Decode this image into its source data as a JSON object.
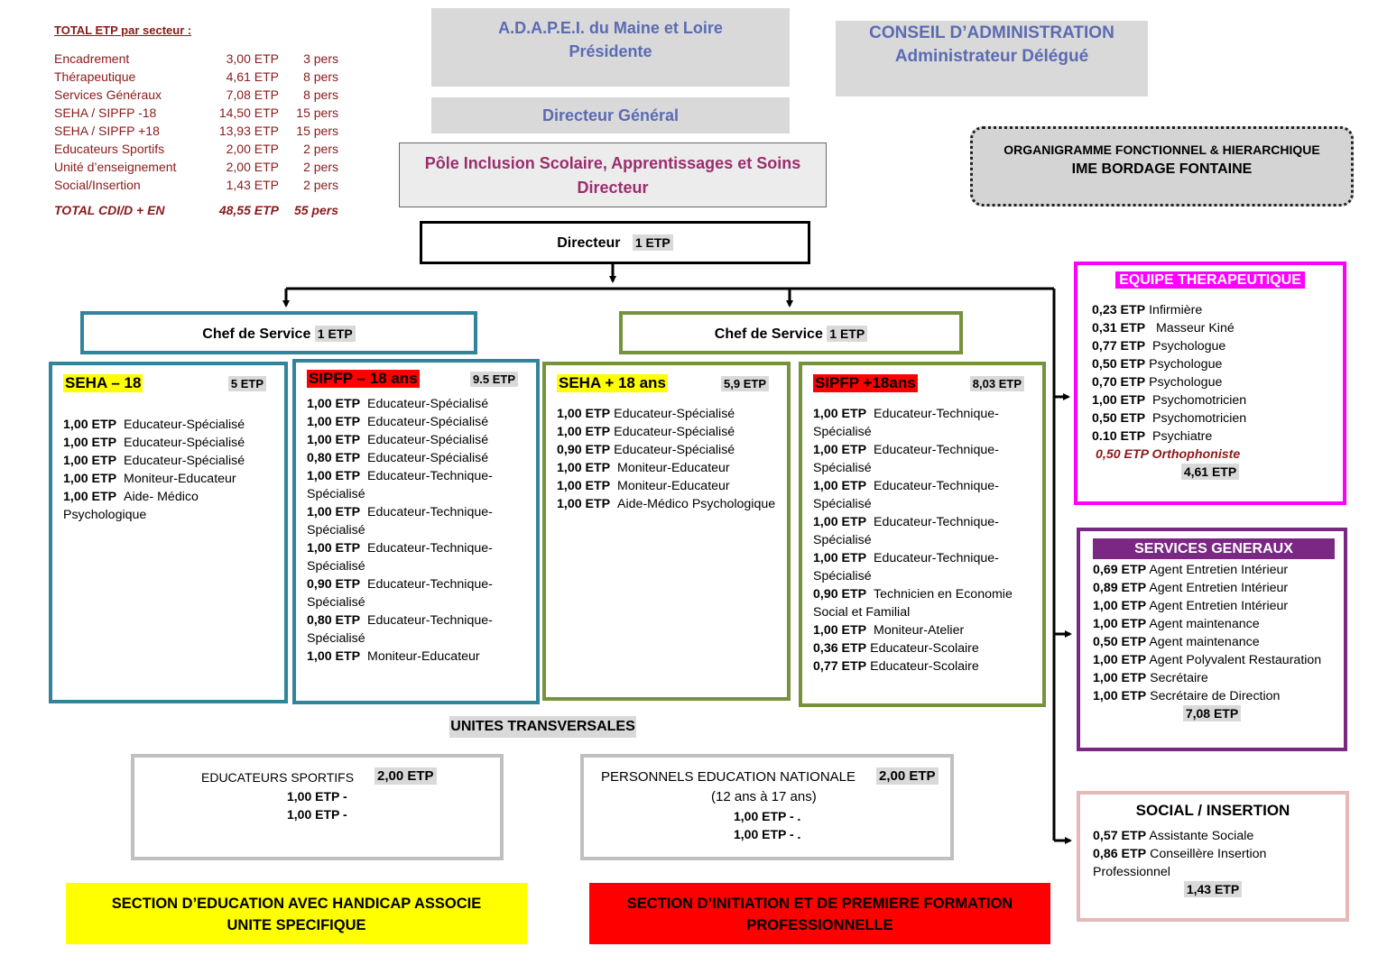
{
  "totals": {
    "title": "TOTAL ETP par secteur :",
    "rows": [
      {
        "label": "Encadrement",
        "etp": "3,00 ETP",
        "pers": "3 pers"
      },
      {
        "label": "Thérapeutique",
        "etp": "4,61 ETP",
        "pers": "8 pers"
      },
      {
        "label": "Services Généraux",
        "etp": "7,08 ETP",
        "pers": "8 pers"
      },
      {
        "label": "SEHA / SIPFP -18",
        "etp": "14,50 ETP",
        "pers": "15 pers"
      },
      {
        "label": "SEHA / SIPFP +18",
        "etp": "13,93 ETP",
        "pers": "15 pers"
      },
      {
        "label": "Educateurs Sportifs",
        "etp": "2,00 ETP",
        "pers": "2 pers"
      },
      {
        "label": "Unité d’enseignement",
        "etp": "2,00 ETP",
        "pers": "2 pers"
      },
      {
        "label": "Social/Insertion",
        "etp": "1,43 ETP",
        "pers": "2 pers"
      }
    ],
    "total": {
      "label": "TOTAL  CDI/D + EN",
      "etp": "48,55 ETP",
      "pers": "55 pers"
    }
  },
  "header": {
    "adapei_line1": "A.D.A.P.E.I. du Maine et Loire",
    "adapei_line2": "Présidente",
    "conseil_line1": "CONSEIL D’ADMINISTRATION",
    "conseil_line2": "Administrateur Délégué",
    "dg": "Directeur Général",
    "pole_line1": "Pôle Inclusion Scolaire, Apprentissages et Soins",
    "pole_line2": "Directeur",
    "orga_line1": "ORGANIGRAMME FONCTIONNEL & HIERARCHIQUE",
    "orga_line2": "IME BORDAGE FONTAINE"
  },
  "directeur": {
    "label": "Directeur",
    "etp": "1 ETP"
  },
  "chefs": [
    {
      "label": "Chef de Service",
      "etp": "1 ETP"
    },
    {
      "label": "Chef de Service",
      "etp": "1 ETP"
    }
  ],
  "units": {
    "seha_minus": {
      "name": "SEHA – 18",
      "etp": "5 ETP",
      "lines": [
        {
          "etp": "1,00 ETP",
          "role": "Educateur-Spécialisé"
        },
        {
          "etp": "1,00 ETP",
          "role": "Educateur-Spécialisé"
        },
        {
          "etp": "1,00 ETP",
          "role": "Educateur-Spécialisé"
        },
        {
          "etp": "1,00 ETP",
          "role": "Moniteur-Educateur"
        },
        {
          "etp": "1,00 ETP",
          "role": "Aide- Médico Psychologique"
        }
      ]
    },
    "sipfp_minus": {
      "name": "SIPFP – 18 ans",
      "etp": "9.5 ETP",
      "lines": [
        {
          "etp": "1,00 ETP",
          "role": "Educateur-Spécialisé"
        },
        {
          "etp": "1,00 ETP",
          "role": "Educateur-Spécialisé"
        },
        {
          "etp": "1,00 ETP",
          "role": "Educateur-Spécialisé"
        },
        {
          "etp": "0,80 ETP",
          "role": "Educateur-Spécialisé"
        },
        {
          "etp": "1,00 ETP",
          "role": "Educateur-Technique-Spécialisé"
        },
        {
          "etp": "1,00 ETP",
          "role": "Educateur-Technique-Spécialisé"
        },
        {
          "etp": "1,00 ETP",
          "role": "Educateur-Technique-Spécialisé"
        },
        {
          "etp": "0,90 ETP",
          "role": "Educateur-Technique-Spécialisé"
        },
        {
          "etp": "0,80 ETP",
          "role": "Educateur-Technique-Spécialisé"
        },
        {
          "etp": "1,00 ETP",
          "role": "Moniteur-Educateur"
        }
      ]
    },
    "seha_plus": {
      "name": "SEHA + 18 ans",
      "etp": "5,9 ETP",
      "lines": [
        {
          "etp": "1,00 ETP",
          "role": "Educateur-Spécialisé"
        },
        {
          "etp": "1,00 ETP",
          "role": "Educateur-Spécialisé"
        },
        {
          "etp": "0,90 ETP",
          "role": "Educateur-Spécialisé"
        },
        {
          "etp": "1,00 ETP",
          "role": "Moniteur-Educateur"
        },
        {
          "etp": "1,00 ETP",
          "role": "Moniteur-Educateur"
        },
        {
          "etp": "1,00 ETP",
          "role": "Aide-Médico Psychologique"
        }
      ]
    },
    "sipfp_plus": {
      "name": "SIPFP +18ans",
      "etp": "8,03 ETP",
      "lines": [
        {
          "etp": "1,00 ETP",
          "role": "Educateur-Technique-Spécialisé"
        },
        {
          "etp": "1,00 ETP",
          "role": "Educateur-Technique-Spécialisé"
        },
        {
          "etp": "1,00 ETP",
          "role": "Educateur-Technique-Spécialisé"
        },
        {
          "etp": "1,00 ETP",
          "role": "Educateur-Technique-Spécialisé"
        },
        {
          "etp": "1,00 ETP",
          "role": "Educateur-Technique-Spécialisé"
        },
        {
          "etp": "0,90 ETP",
          "role": "Technicien en Economie Social et Familial"
        },
        {
          "etp": "1,00 ETP",
          "role": "Moniteur-Atelier"
        },
        {
          "etp": "0,36 ETP",
          "role": "Educateur-Scolaire"
        },
        {
          "etp": "0,77 ETP",
          "role": "Educateur-Scolaire"
        }
      ]
    }
  },
  "therapeutique": {
    "title": "EQUIPE THERAPEUTIQUE",
    "lines": [
      {
        "etp": "0,23 ETP",
        "role": "Infirmière"
      },
      {
        "etp": "0,31 ETP",
        "role": "Masseur Kiné"
      },
      {
        "etp": "0,77 ETP",
        "role": "Psychologue"
      },
      {
        "etp": "0,50 ETP",
        "role": "Psychologue"
      },
      {
        "etp": "0,70 ETP",
        "role": "Psychologue"
      },
      {
        "etp": "1,00 ETP",
        "role": "Psychomotricien"
      },
      {
        "etp": "0,50 ETP",
        "role": "Psychomotricien"
      },
      {
        "etp": "0.10 ETP",
        "role": "Psychiatre"
      }
    ],
    "special": "0,50 ETP Orthophoniste",
    "sum": "4,61 ETP"
  },
  "services": {
    "title": "SERVICES GENERAUX",
    "lines": [
      {
        "etp": "0,69 ETP",
        "role": "Agent Entretien Intérieur"
      },
      {
        "etp": "0,89 ETP",
        "role": "Agent Entretien Intérieur"
      },
      {
        "etp": "1,00 ETP",
        "role": "Agent Entretien Intérieur"
      },
      {
        "etp": "1,00 ETP",
        "role": "Agent maintenance"
      },
      {
        "etp": "0,50 ETP",
        "role": "Agent maintenance"
      },
      {
        "etp": "1,00 ETP",
        "role": "Agent Polyvalent Restauration"
      },
      {
        "etp": "1,00 ETP",
        "role": "Secrétaire"
      },
      {
        "etp": "1,00 ETP",
        "role": "Secrétaire de  Direction"
      }
    ],
    "sum": "7,08 ETP"
  },
  "social": {
    "title": "SOCIAL / INSERTION",
    "lines": [
      {
        "etp": "0,57 ETP",
        "role": "Assistante Sociale"
      },
      {
        "etp": "0,86 ETP",
        "role": "Conseillère Insertion Professionnel"
      }
    ],
    "sum": "1,43 ETP"
  },
  "transversales": {
    "title": "UNITES  TRANSVERSALES",
    "educ": {
      "title": "EDUCATEURS SPORTIFS",
      "etp": "2,00 ETP",
      "l1": "1,00 ETP -",
      "l2": "1,00 ETP -"
    },
    "pen": {
      "title": "PERSONNELS EDUCATION NATIONALE",
      "etp": "2,00 ETP",
      "sub": "(12 ans à 17 ans)",
      "l1": "1,00 ETP - .",
      "l2": "1,00 ETP - ."
    }
  },
  "sections": {
    "seha_l1": "SECTION D’EDUCATION AVEC HANDICAP ASSOCIE",
    "seha_l2": "UNITE SPECIFIQUE",
    "sipfp_l1": "SECTION D’INITIATION ET DE PREMIERE FORMATION",
    "sipfp_l2": "PROFESSIONNELLE"
  },
  "colors": {
    "teal": "#31849b",
    "olive": "#76923c",
    "magenta": "#ff00ff",
    "purple": "#7b2784",
    "pink": "#e6b8b8",
    "yellow": "#ffff00",
    "red": "#ff0000",
    "darkred": "#8b1a1a",
    "blue": "#5b6bb3"
  }
}
